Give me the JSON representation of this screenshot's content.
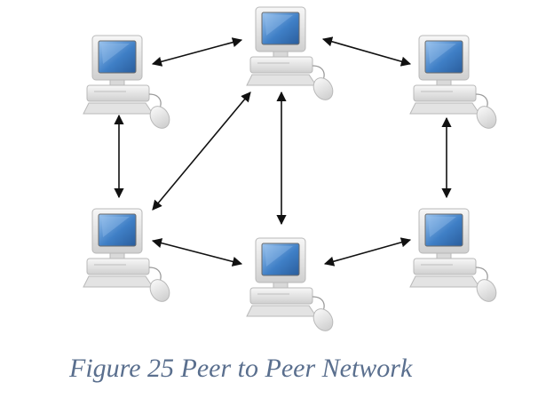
{
  "caption": "Figure 25 Peer to Peer Network",
  "colors": {
    "caption": "#5a6f8e",
    "screen": "#3f7fc6",
    "screen_highlight": "#9cc4ee",
    "case": "#eaeaea",
    "case_shadow": "#b9b9b9",
    "arrow": "#111111"
  },
  "computers": [
    {
      "id": "top-left",
      "icon": "desktop-computer-icon"
    },
    {
      "id": "top-center",
      "icon": "desktop-computer-icon"
    },
    {
      "id": "top-right",
      "icon": "desktop-computer-icon"
    },
    {
      "id": "bottom-left",
      "icon": "desktop-computer-icon"
    },
    {
      "id": "bottom-center",
      "icon": "desktop-computer-icon"
    },
    {
      "id": "bottom-right",
      "icon": "desktop-computer-icon"
    }
  ],
  "connections": [
    {
      "from": "top-left",
      "to": "top-center",
      "type": "bidirectional"
    },
    {
      "from": "top-center",
      "to": "top-right",
      "type": "bidirectional"
    },
    {
      "from": "top-left",
      "to": "bottom-left",
      "type": "bidirectional"
    },
    {
      "from": "top-center",
      "to": "bottom-left",
      "type": "bidirectional"
    },
    {
      "from": "top-center",
      "to": "bottom-center",
      "type": "bidirectional"
    },
    {
      "from": "top-right",
      "to": "bottom-right",
      "type": "bidirectional"
    },
    {
      "from": "bottom-left",
      "to": "bottom-center",
      "type": "bidirectional"
    },
    {
      "from": "bottom-center",
      "to": "bottom-right",
      "type": "bidirectional"
    }
  ]
}
